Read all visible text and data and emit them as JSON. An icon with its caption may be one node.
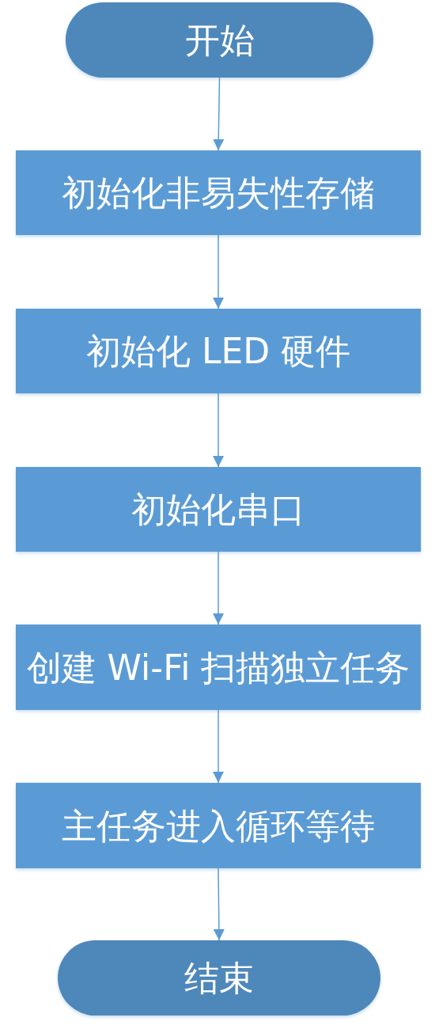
{
  "diagram": {
    "nodes": [
      {
        "text": [
          "开始"
        ]
      },
      {
        "text": [
          "初始化非易失性存储"
        ]
      },
      {
        "text": [
          "初始化 LED 硬件"
        ]
      },
      {
        "text": [
          "初始化串口"
        ]
      },
      {
        "text": [
          "创建 Wi-Fi 扫描独立任务"
        ]
      },
      {
        "text": [
          "主任务进入循环等待"
        ]
      },
      {
        "text": [
          "结束"
        ]
      }
    ],
    "edges": [
      {
        "from": 0,
        "to": 1,
        "arrow": "to"
      },
      {
        "from": 1,
        "to": 2,
        "arrow": "to"
      },
      {
        "from": 2,
        "to": 3,
        "arrow": "to"
      },
      {
        "from": 3,
        "to": 4,
        "arrow": "to"
      },
      {
        "from": 4,
        "to": 5,
        "arrow": "to"
      },
      {
        "from": 5,
        "to": 6,
        "arrow": "to"
      }
    ]
  }
}
